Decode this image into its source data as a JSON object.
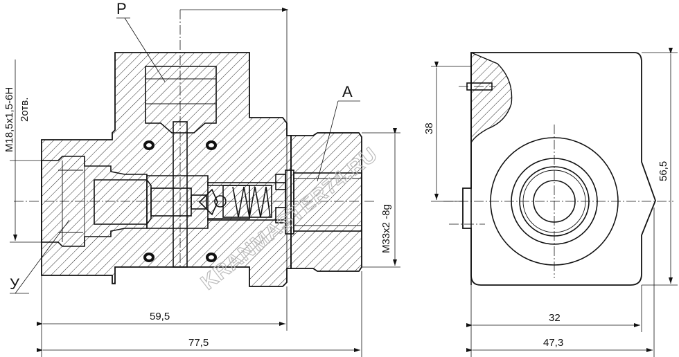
{
  "labels": {
    "port_p": "P",
    "port_a": "A",
    "port_y": "У"
  },
  "dimensions": {
    "width_59_5": "59,5",
    "width_77_5": "77,5",
    "thread_m33": "M33x2 -8g",
    "thread_m18_line1": "M18,5x1,5-6H",
    "thread_m18_line2": "2отв.",
    "height_38": "38",
    "height_56_5": "56,5",
    "width_32": "32",
    "width_47_3": "47,3"
  },
  "watermark": "KRANMASTER74.RU"
}
